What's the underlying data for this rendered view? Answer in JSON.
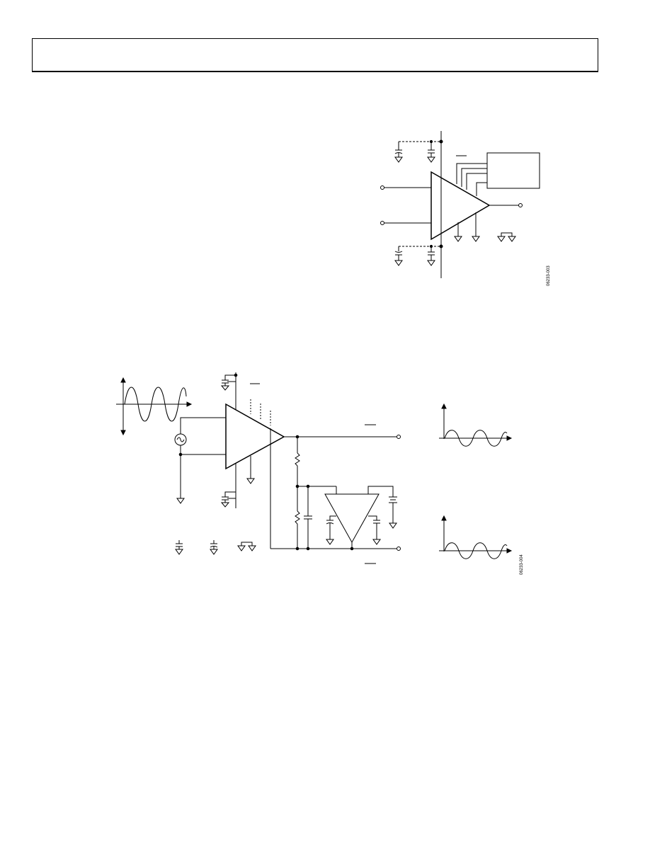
{
  "page": {
    "header_box": "",
    "figures": [
      {
        "id": "figure-1",
        "code": "06233-003"
      },
      {
        "id": "figure-2",
        "code": "06233-004"
      }
    ]
  }
}
